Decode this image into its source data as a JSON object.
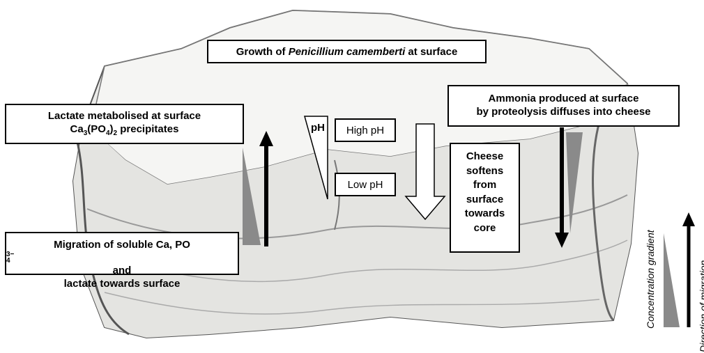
{
  "title": {
    "prefix": "Growth of ",
    "organism": "Penicillium camemberti",
    "suffix": " at surface"
  },
  "lactate_box": {
    "line1": "Lactate metabolised at surface",
    "line2_a": "Ca",
    "line2_sub1": "3",
    "line2_b": "(PO",
    "line2_sub2": "4",
    "line2_c": ")",
    "line2_sub3": "2",
    "line2_d": " precipitates"
  },
  "migration_box": {
    "line1_a": "Migration of soluble Ca, PO",
    "frac_top": "3−",
    "frac_bottom": "4",
    "line1_b": " and",
    "line2": "lactate towards surface"
  },
  "ammonia_box": {
    "line1": "Ammonia produced at surface",
    "line2": "by proteolysis diffuses into cheese"
  },
  "ph_label": "pH",
  "high_ph": "High pH",
  "low_ph": "Low pH",
  "softens_box": {
    "lines": [
      "Cheese",
      "softens",
      "from",
      "surface",
      "towards",
      "core"
    ]
  },
  "legend": {
    "concentration": "Concentration gradient",
    "direction": "Direction of migration"
  },
  "colors": {
    "gradient_gray": "#8a8a8a",
    "arrow_black": "#000000",
    "cheese_rind": "#d9d9d6",
    "cheese_body": "#ececea"
  }
}
